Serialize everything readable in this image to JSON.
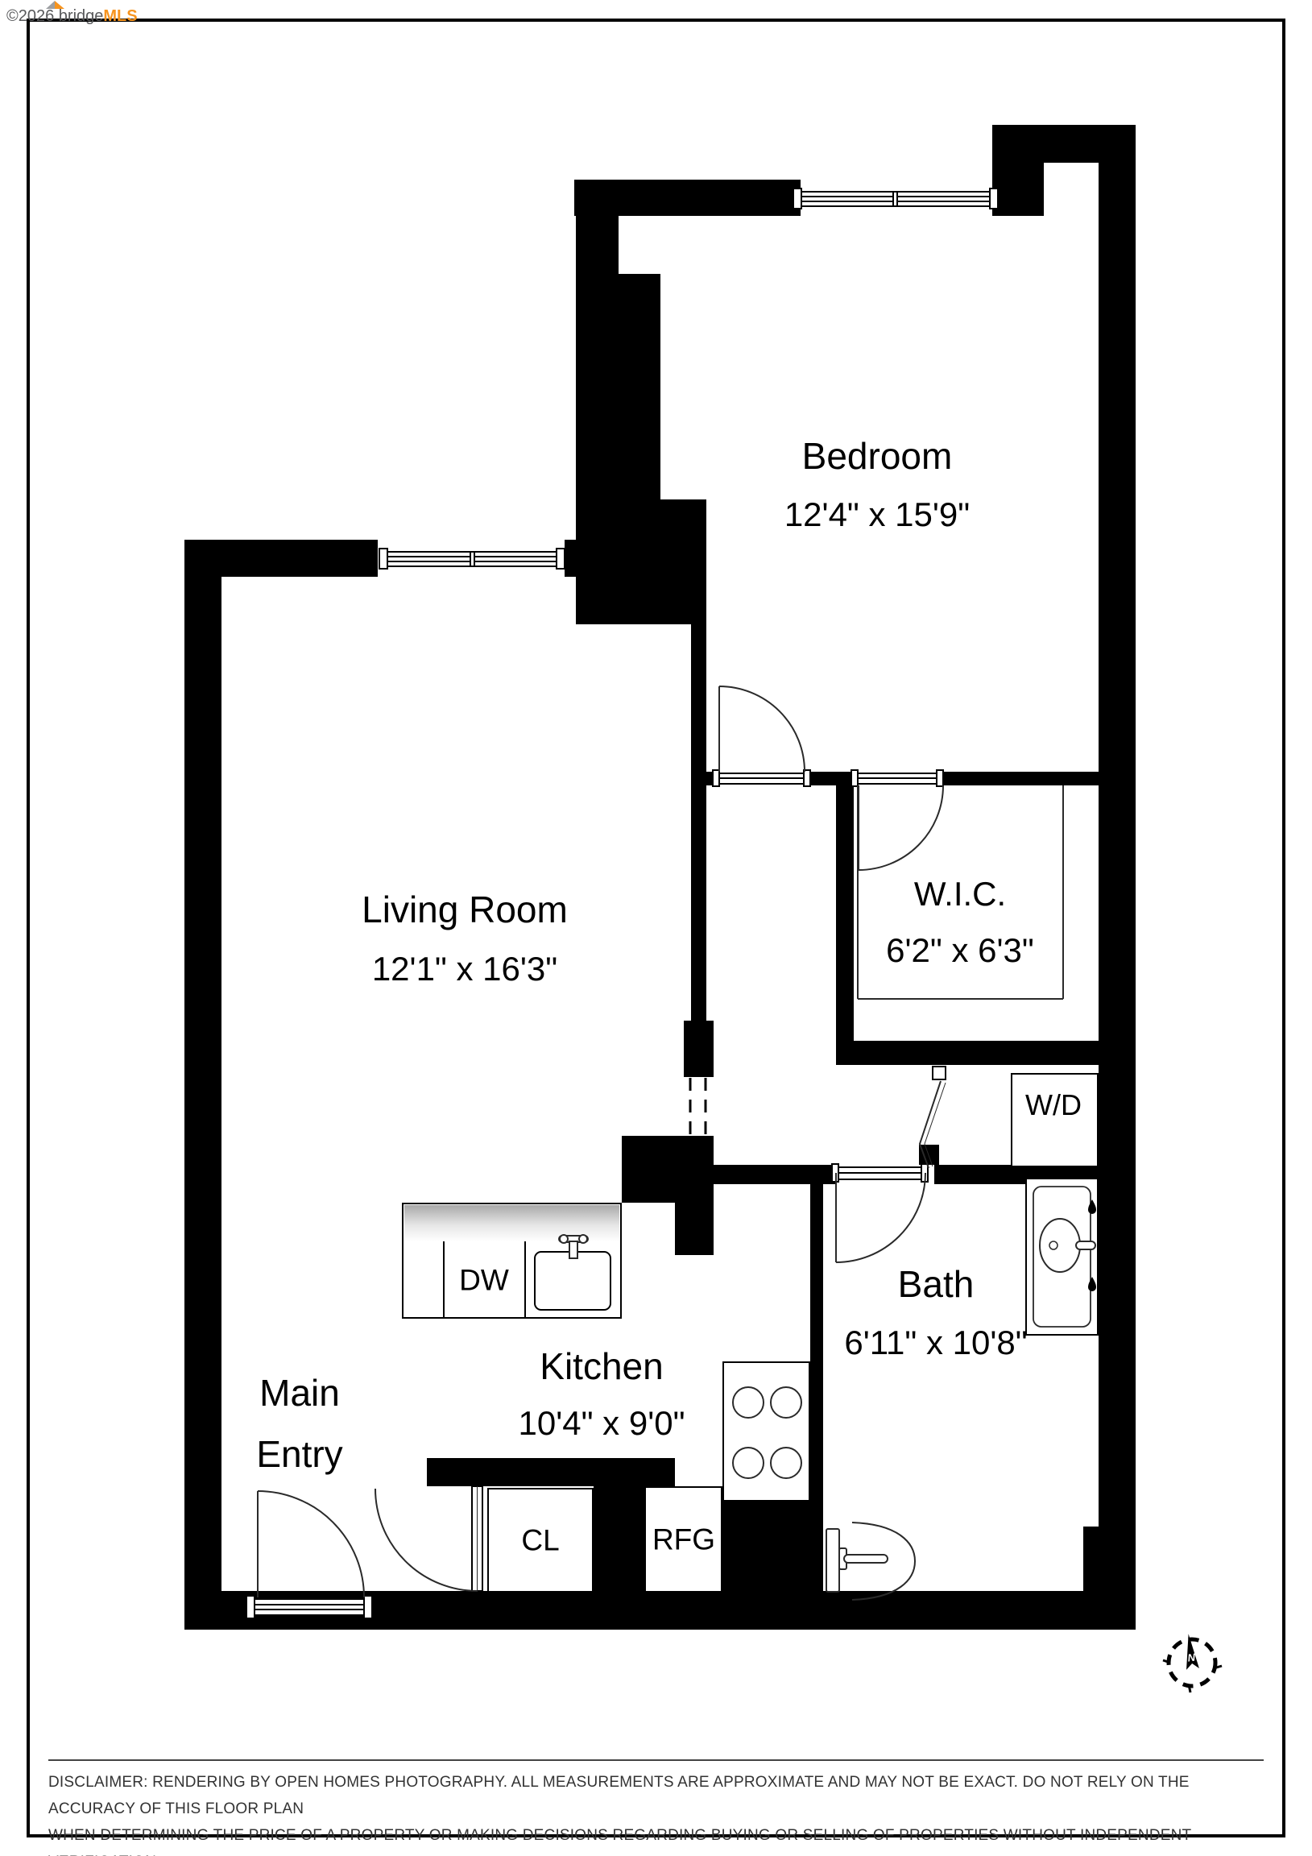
{
  "watermark": {
    "copyright_text": "©2026 bridge",
    "brand": "MLS"
  },
  "rooms": {
    "bedroom": {
      "name": "Bedroom",
      "dims": "12'4\" x 15'9\""
    },
    "living_room": {
      "name": "Living Room",
      "dims": "12'1\" x 16'3\""
    },
    "wic": {
      "name": "W.I.C.",
      "dims": "6'2\" x 6'3\""
    },
    "bath": {
      "name": "Bath",
      "dims": "6'11\" x 10'8\""
    },
    "kitchen": {
      "name": "Kitchen",
      "dims": "10'4\" x 9'0\""
    }
  },
  "entry": {
    "line1": "Main",
    "line2": "Entry"
  },
  "fixtures": {
    "washer_dryer": "W/D",
    "dishwasher": "DW",
    "closet": "CL",
    "refrigerator": "RFG"
  },
  "compass": {
    "north": "N"
  },
  "disclaimer": {
    "line1": "DISCLAIMER: RENDERING BY OPEN HOMES PHOTOGRAPHY. ALL MEASUREMENTS ARE APPROXIMATE AND MAY NOT BE EXACT. DO NOT RELY ON THE ACCURACY OF THIS FLOOR PLAN",
    "line2": "WHEN DETERMINING THE PRICE OF A PROPERTY OR MAKING DECISIONS REGARDING BUYING OR SELLING OF PROPERTIES WITHOUT INDEPENDENT VERIFICATION."
  },
  "colors": {
    "wall": "#000000",
    "background": "#ffffff",
    "brand_orange": "#f7941e",
    "watermark_gray": "#58595b",
    "disclaimer_text": "#333333"
  }
}
